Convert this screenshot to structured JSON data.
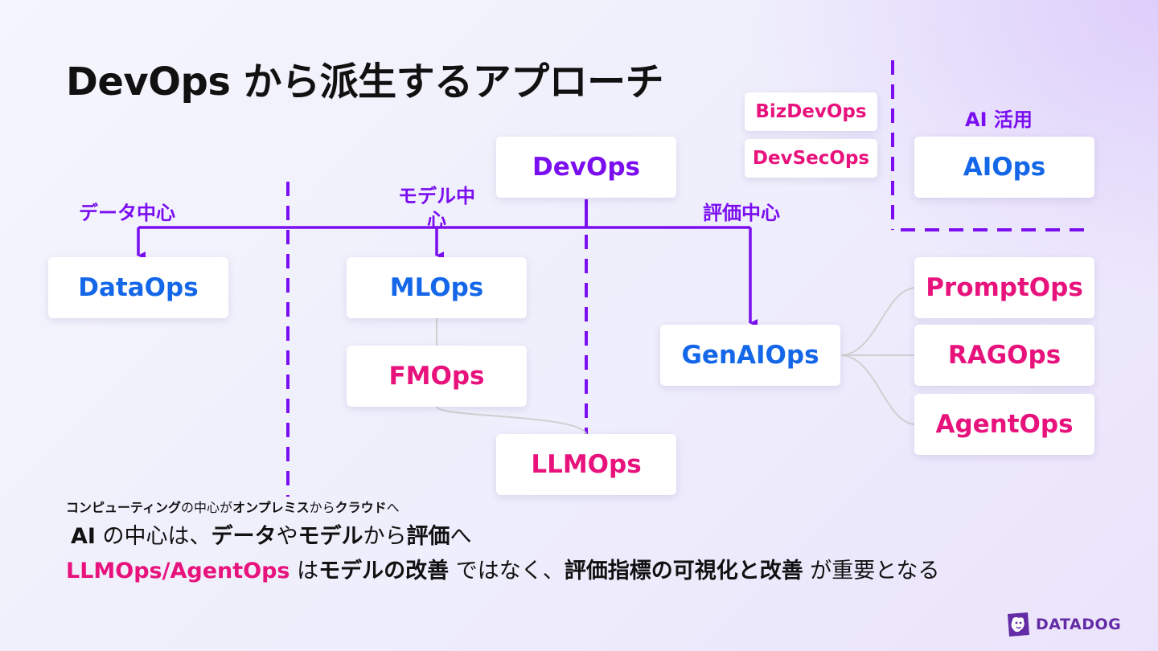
{
  "title": "DevOps から派生するアプローチ",
  "colors": {
    "blue": "#1467e8",
    "purple": "#7a0ef0",
    "pink": "#e8127c",
    "connector": "#d0d0d0",
    "logo": "#632ca6"
  },
  "boxes": {
    "devops": "DevOps",
    "bizdevops": "BizDevOps",
    "devsecops": "DevSecOps",
    "aiops": "AIOps",
    "dataops": "DataOps",
    "mlops": "MLOps",
    "fmops": "FMOps",
    "llmops": "LLMOps",
    "genaiops": "GenAIOps",
    "promptops": "PromptOps",
    "ragops": "RAGOps",
    "agentops": "AgentOps"
  },
  "labels": {
    "data_centric": "データ中心",
    "model_centric": "モデル中心",
    "eval_centric": "評価中心",
    "ai_usage": "AI 活用"
  },
  "bottom": {
    "line1": [
      {
        "text": "コンピューティング",
        "strong": true
      },
      {
        "text": "の中心が",
        "strong": false
      },
      {
        "text": "オンプレミス",
        "strong": true
      },
      {
        "text": "から",
        "strong": false
      },
      {
        "text": "クラウド",
        "strong": true
      },
      {
        "text": "へ",
        "strong": false
      }
    ],
    "line2": [
      {
        "text": "AI",
        "strong": true
      },
      {
        "text": " の中心は、",
        "strong": false
      },
      {
        "text": "データ",
        "strong": true
      },
      {
        "text": "や",
        "strong": false
      },
      {
        "text": "モデル",
        "strong": true
      },
      {
        "text": "から",
        "strong": false
      },
      {
        "text": "評価",
        "strong": true
      },
      {
        "text": "へ",
        "strong": false
      }
    ],
    "line3": [
      {
        "text": "LLMOps/AgentOps",
        "strong": true,
        "accent": true
      },
      {
        "text": " は",
        "strong": false
      },
      {
        "text": "モデルの改善",
        "strong": true
      },
      {
        "text": " ではなく、",
        "strong": false
      },
      {
        "text": "評価指標の可視化と改善",
        "strong": true
      },
      {
        "text": " が重要となる",
        "strong": false
      }
    ]
  },
  "logo": {
    "text": "DATADOG",
    "icon": "datadog-dog-icon"
  }
}
